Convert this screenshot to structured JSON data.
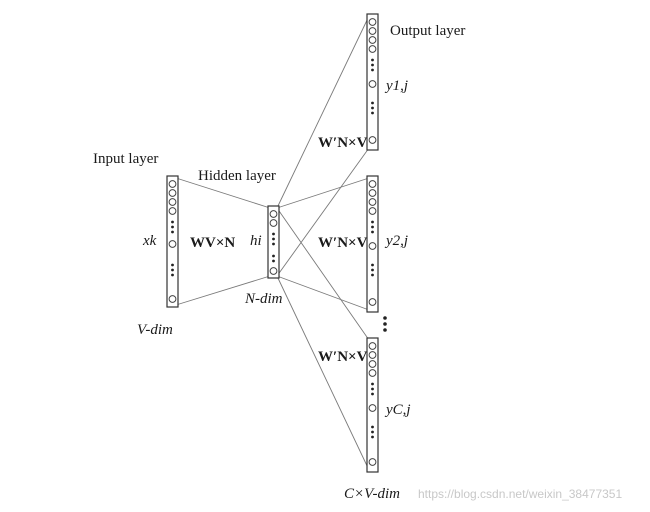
{
  "labels": {
    "input_layer": "Input layer",
    "hidden_layer": "Hidden layer",
    "output_layer": "Output layer",
    "v_dim": "V-dim",
    "n_dim": "N-dim",
    "cxv_dim": "C×V-dim",
    "xk": "xk",
    "hi": "hi",
    "w_vxn": "WV×N",
    "w_prime_nxv": "W′N×V",
    "y1j": "y1,j",
    "y2j": "y2,j",
    "ycj": "yC,j"
  },
  "watermark": "https://blog.csdn.net/weixin_38477351"
}
